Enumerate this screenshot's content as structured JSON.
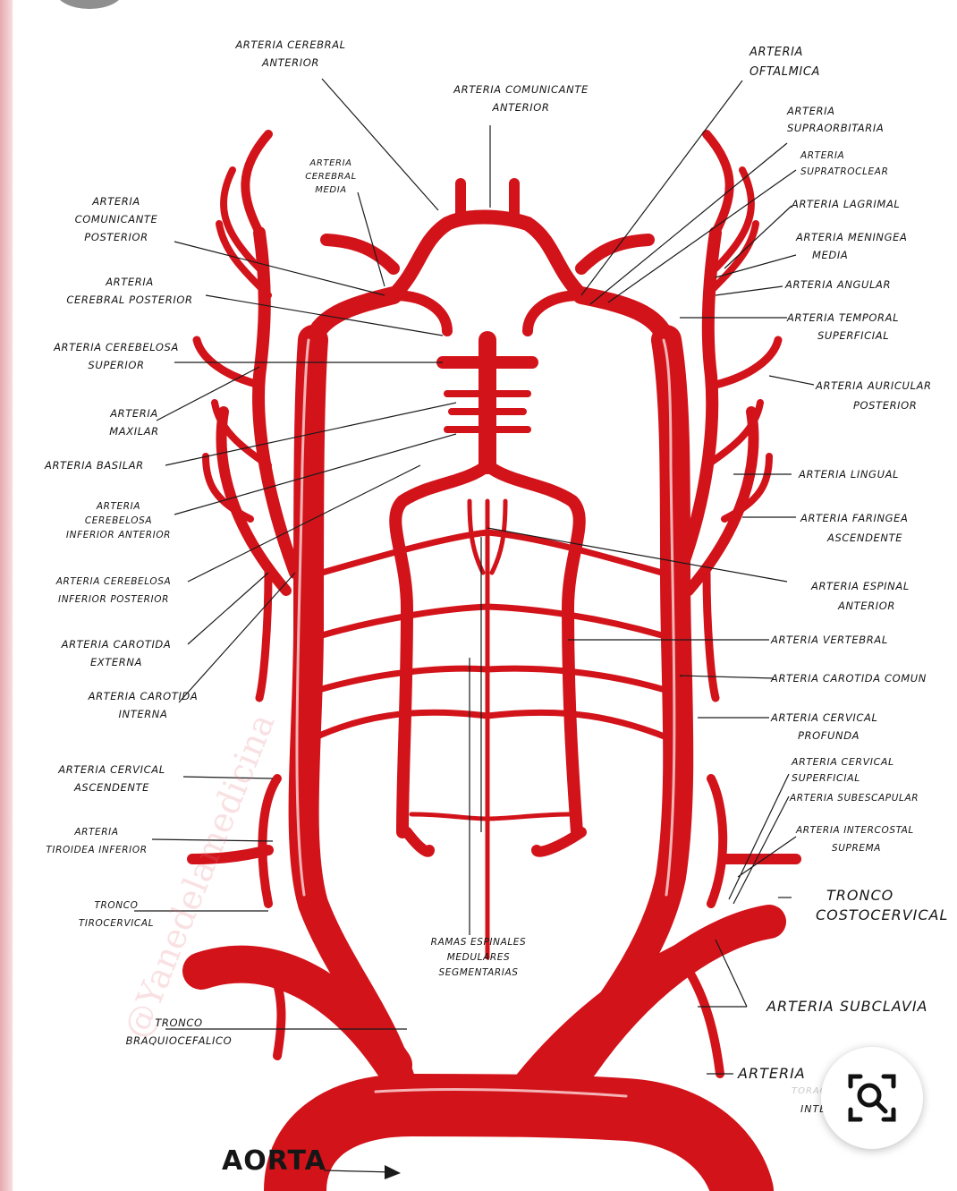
{
  "colors": {
    "artery": "#d2131a",
    "highlight": "#f7c6c8",
    "leader": "#1a1a1a",
    "background": "#ffffff"
  },
  "watermark": "@Yanedelamedicina",
  "labels": {
    "cerebral_anterior": [
      "ARTERIA CEREBRAL",
      "ANTERIOR"
    ],
    "comunicante_anterior": [
      "ARTERIA COMUNICANTE",
      "ANTERIOR"
    ],
    "oftalmica": [
      "ARTERIA",
      "OFTALMICA"
    ],
    "cerebral_media": [
      "ARTERIA",
      "CEREBRAL",
      "MEDIA"
    ],
    "supraorbitaria": [
      "ARTERIA",
      "SUPRAORBITARIA"
    ],
    "supratroclear": [
      "ARTERIA",
      "SUPRATROCLEAR"
    ],
    "comunicante_posterior": [
      "ARTERIA",
      "COMUNICANTE",
      "POSTERIOR"
    ],
    "lagrimal": "ARTERIA LAGRIMAL",
    "meningea_media": [
      "ARTERIA MENINGEA",
      "MEDIA"
    ],
    "cerebral_posterior": [
      "ARTERIA",
      "CEREBRAL POSTERIOR"
    ],
    "angular": "ARTERIA ANGULAR",
    "temporal_superficial": [
      "ARTERIA TEMPORAL",
      "SUPERFICIAL"
    ],
    "cerebelosa_superior": [
      "ARTERIA CEREBELOSA",
      "SUPERIOR"
    ],
    "auricular_posterior": [
      "ARTERIA AURICULAR",
      "POSTERIOR"
    ],
    "maxilar": [
      "ARTERIA",
      "MAXILAR"
    ],
    "basilar": "ARTERIA BASILAR",
    "lingual": "ARTERIA LINGUAL",
    "cerebelosa_inf_anterior": [
      "ARTERIA",
      "CEREBELOSA",
      "INFERIOR ANTERIOR"
    ],
    "faringea_ascendente": [
      "ARTERIA FARINGEA",
      "ASCENDENTE"
    ],
    "cerebelosa_inf_posterior": [
      "ARTERIA CEREBELOSA",
      "INFERIOR POSTERIOR"
    ],
    "espinal_anterior": [
      "ARTERIA ESPINAL",
      "ANTERIOR"
    ],
    "carotida_externa": [
      "ARTERIA CAROTIDA",
      "EXTERNA"
    ],
    "vertebral": "ARTERIA VERTEBRAL",
    "carotida_comun": "ARTERIA CAROTIDA COMUN",
    "carotida_interna": [
      "ARTERIA CAROTIDA",
      "INTERNA"
    ],
    "cervical_profunda": [
      "ARTERIA CERVICAL",
      "PROFUNDA"
    ],
    "cervical_ascendente": [
      "ARTERIA CERVICAL",
      "ASCENDENTE"
    ],
    "cervical_superficial": [
      "ARTERIA CERVICAL",
      "SUPERFICIAL"
    ],
    "subescapular": "ARTERIA SUBESCAPULAR",
    "tiroidea_inferior": [
      "ARTERIA",
      "TIROIDEA INFERIOR"
    ],
    "intercostal_suprema": [
      "ARTERIA INTERCOSTAL",
      "SUPREMA"
    ],
    "tronco_tirocervical": [
      "TRONCO",
      "TIROCERVICAL"
    ],
    "tronco_costocervical": [
      "TRONCO",
      "COSTOCERVICAL"
    ],
    "ramas_espinales": [
      "RAMAS ESPINALES",
      "MEDULARES",
      "SEGMENTARIAS"
    ],
    "subclavia": "ARTERIA SUBCLAVIA",
    "tronco_braquiocefalico": [
      "TRONCO",
      "BRAQUIOCEFALICO"
    ],
    "toracica_interna": [
      "ARTERIA",
      "TORACICA",
      "INTERNA"
    ],
    "aorta": "AORTA"
  },
  "zoom_button": {
    "icon": "search-zoom-icon"
  }
}
